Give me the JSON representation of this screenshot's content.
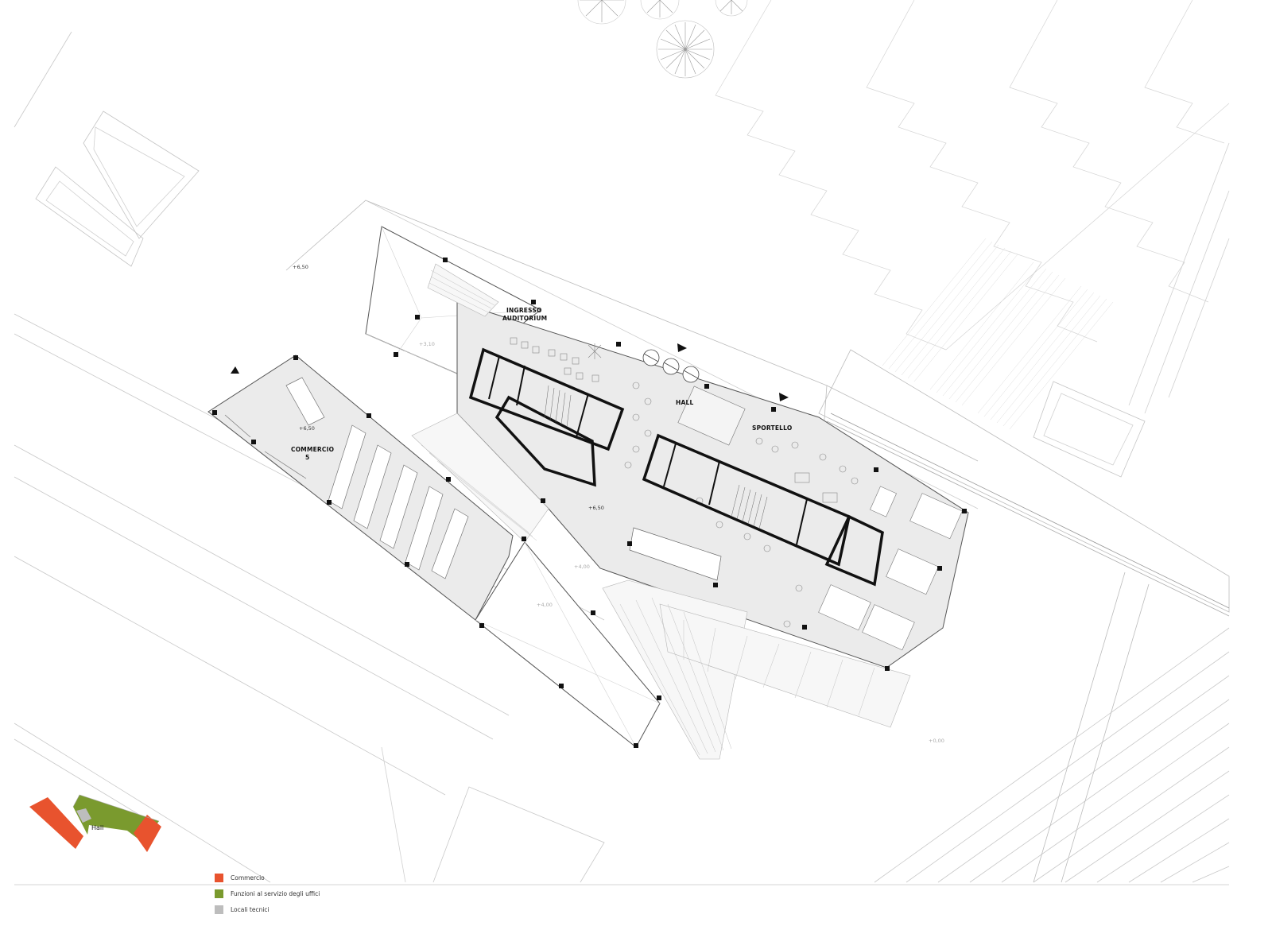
{
  "labels": {
    "ingresso_line1": "INGRESSO",
    "ingresso_line2": "AUDITORIUM",
    "hall": "HALL",
    "sportello": "SPORTELLO",
    "commercio_line1": "COMMERCIO",
    "commercio_line2": "5",
    "key_hall": "Hall"
  },
  "elevations": {
    "plaza": "+6,50",
    "commercio": "+6,50",
    "hall_floor": "+6,50",
    "triangle_top": "+3,10",
    "ramp_mid": "+4,00",
    "triangle_bottom": "+4,00",
    "ground": "+0,00"
  },
  "legend": [
    {
      "label": "Commercio",
      "color": "#e8532e"
    },
    {
      "label": "Funzioni al servizio degli uffici",
      "color": "#7a9a2e"
    },
    {
      "label": "Locali tecnici",
      "color": "#bdbdbd"
    }
  ],
  "colors": {
    "commercio": "#e8532e",
    "uffici": "#7a9a2e",
    "tecnici": "#bdbdbd",
    "floor": "#ececec",
    "wall": "#111111"
  }
}
